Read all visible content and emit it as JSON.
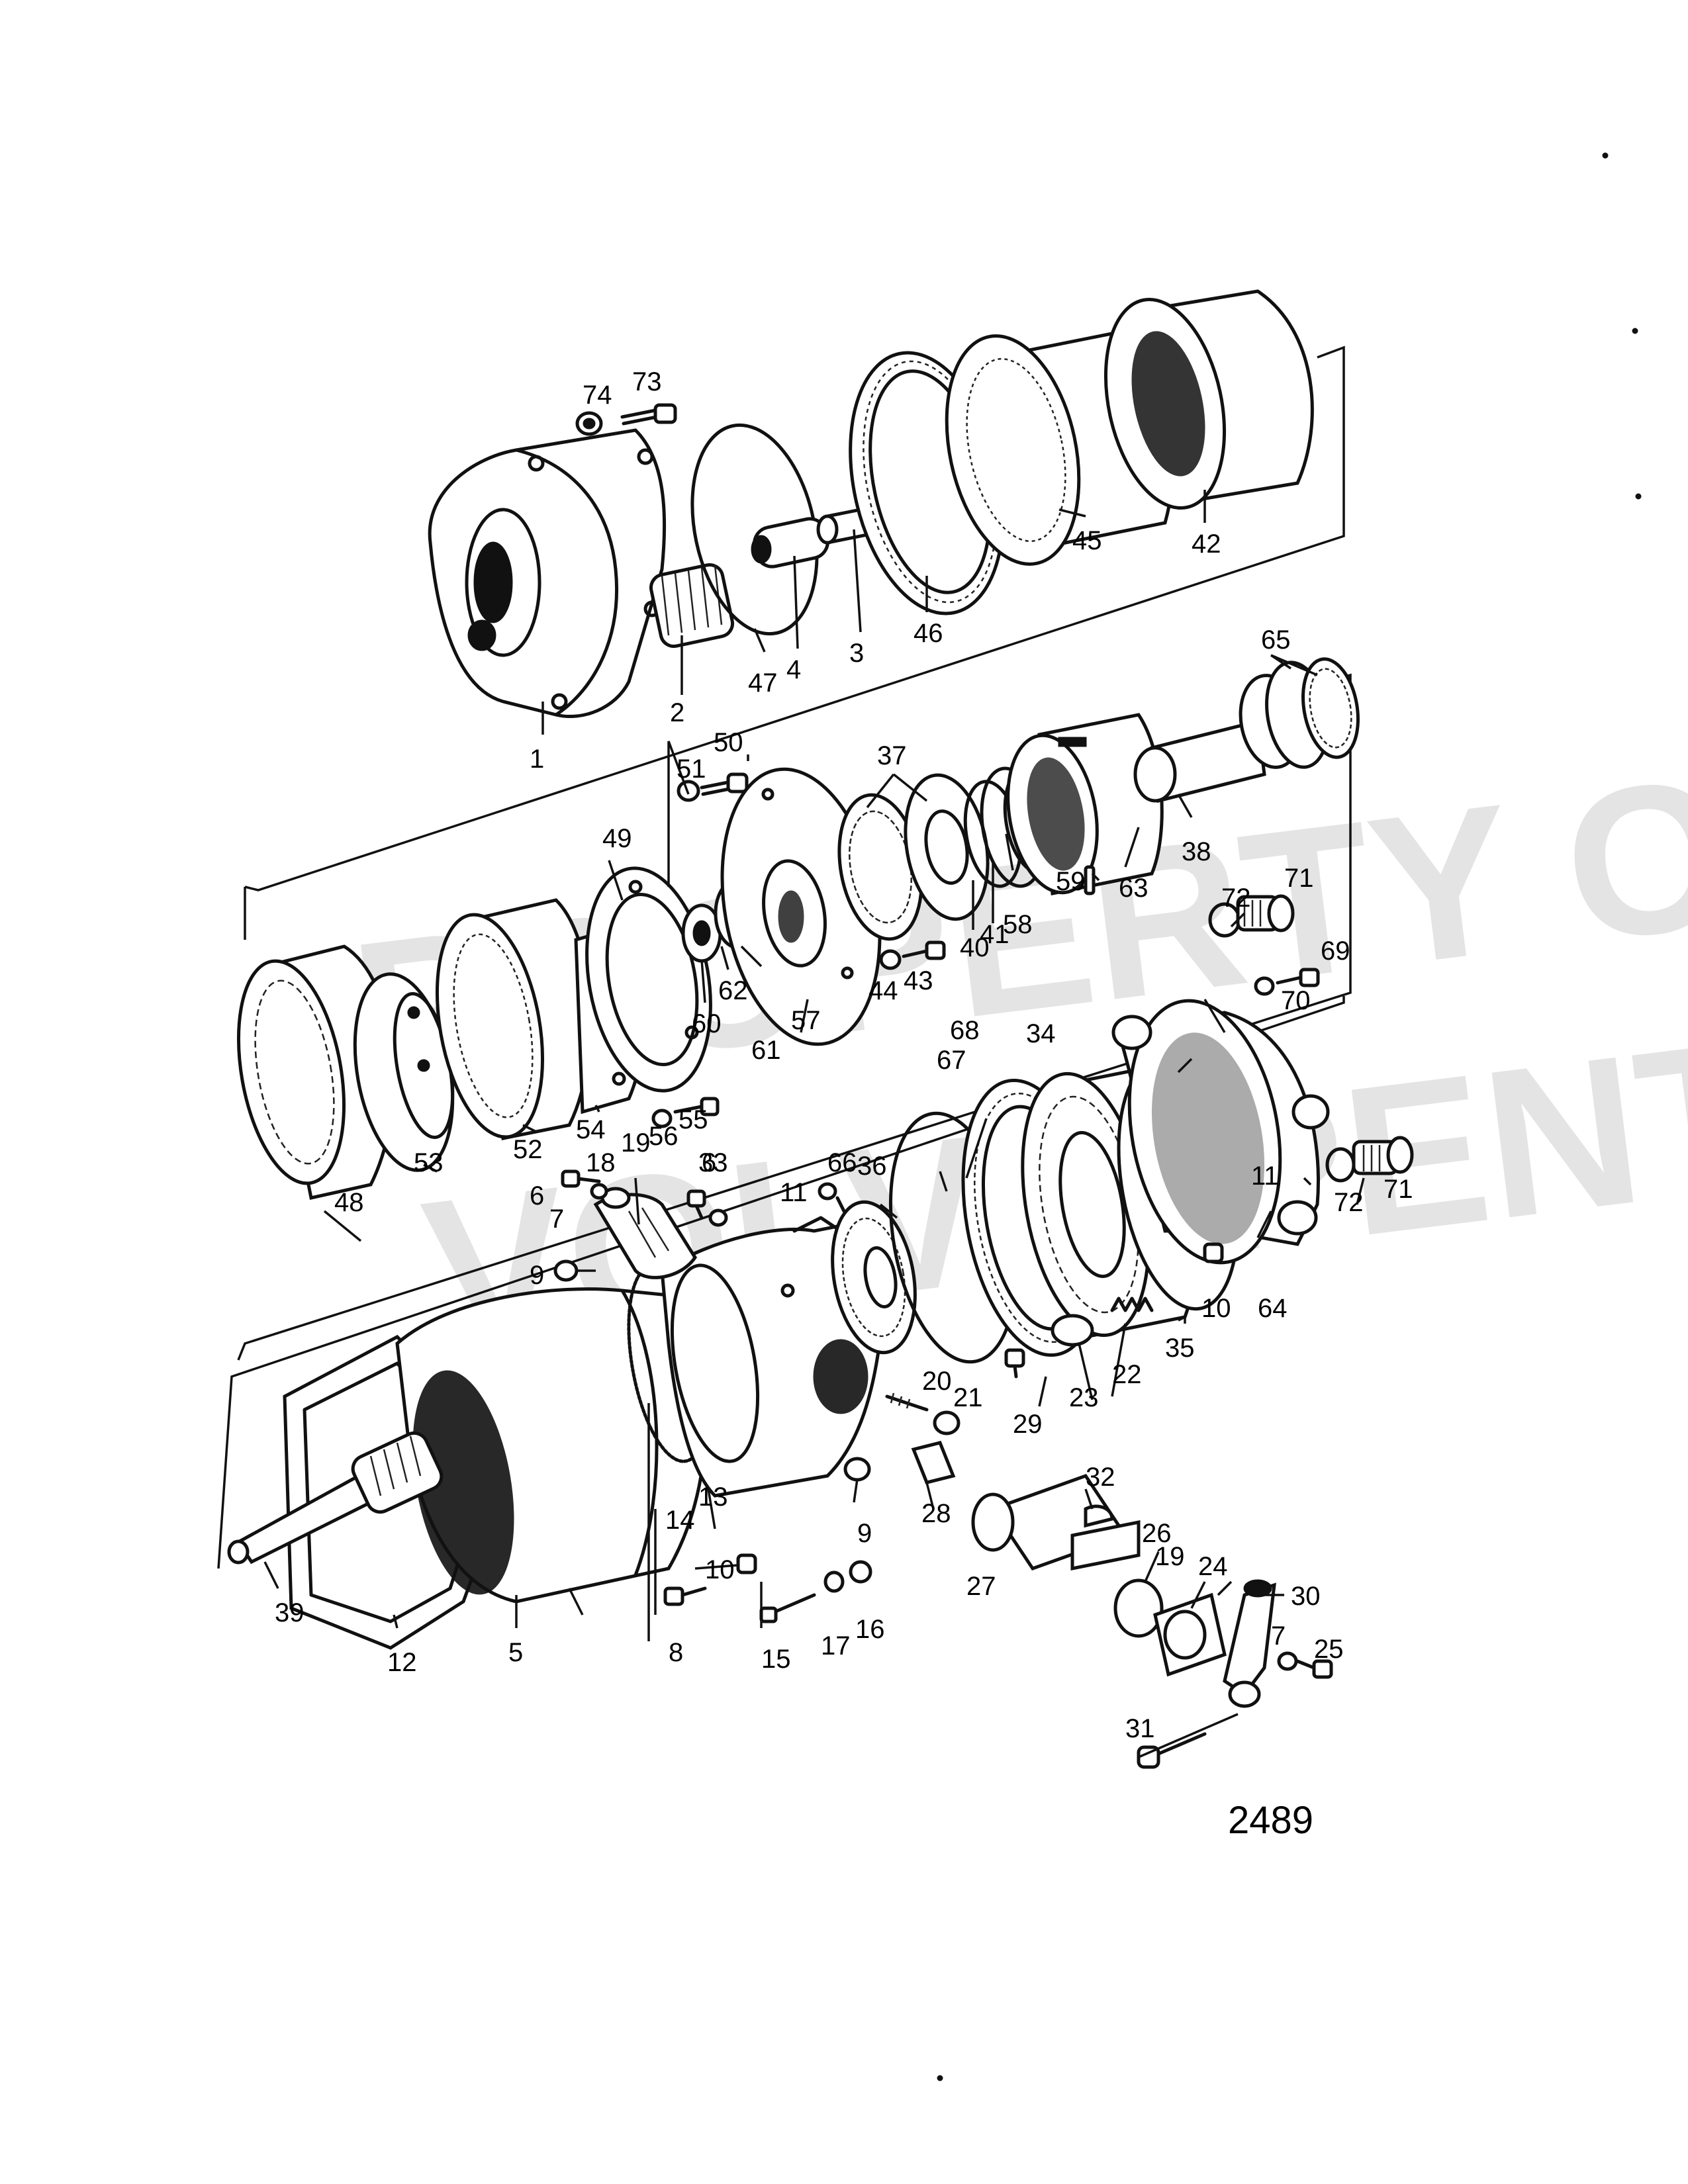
{
  "drawing_number": "2489",
  "watermark": {
    "line1": "PROPERTY OF",
    "line2": "VOLVO PENTA"
  },
  "part_callouts": [
    "1",
    "2",
    "3",
    "4",
    "5",
    "6",
    "6",
    "7",
    "7",
    "8",
    "9",
    "9",
    "10",
    "10",
    "11",
    "11",
    "12",
    "13",
    "14",
    "15",
    "16",
    "17",
    "18",
    "19",
    "19",
    "20",
    "21",
    "22",
    "23",
    "24",
    "25",
    "26",
    "27",
    "28",
    "29",
    "30",
    "31",
    "32",
    "33",
    "34",
    "35",
    "36",
    "37",
    "38",
    "39",
    "40",
    "41",
    "42",
    "43",
    "44",
    "45",
    "46",
    "47",
    "48",
    "49",
    "50",
    "51",
    "52",
    "53",
    "54",
    "55",
    "56",
    "57",
    "58",
    "59",
    "60",
    "61",
    "62",
    "63",
    "64",
    "65",
    "66",
    "67",
    "68",
    "69",
    "70",
    "71",
    "71",
    "72",
    "72",
    "73",
    "74"
  ]
}
